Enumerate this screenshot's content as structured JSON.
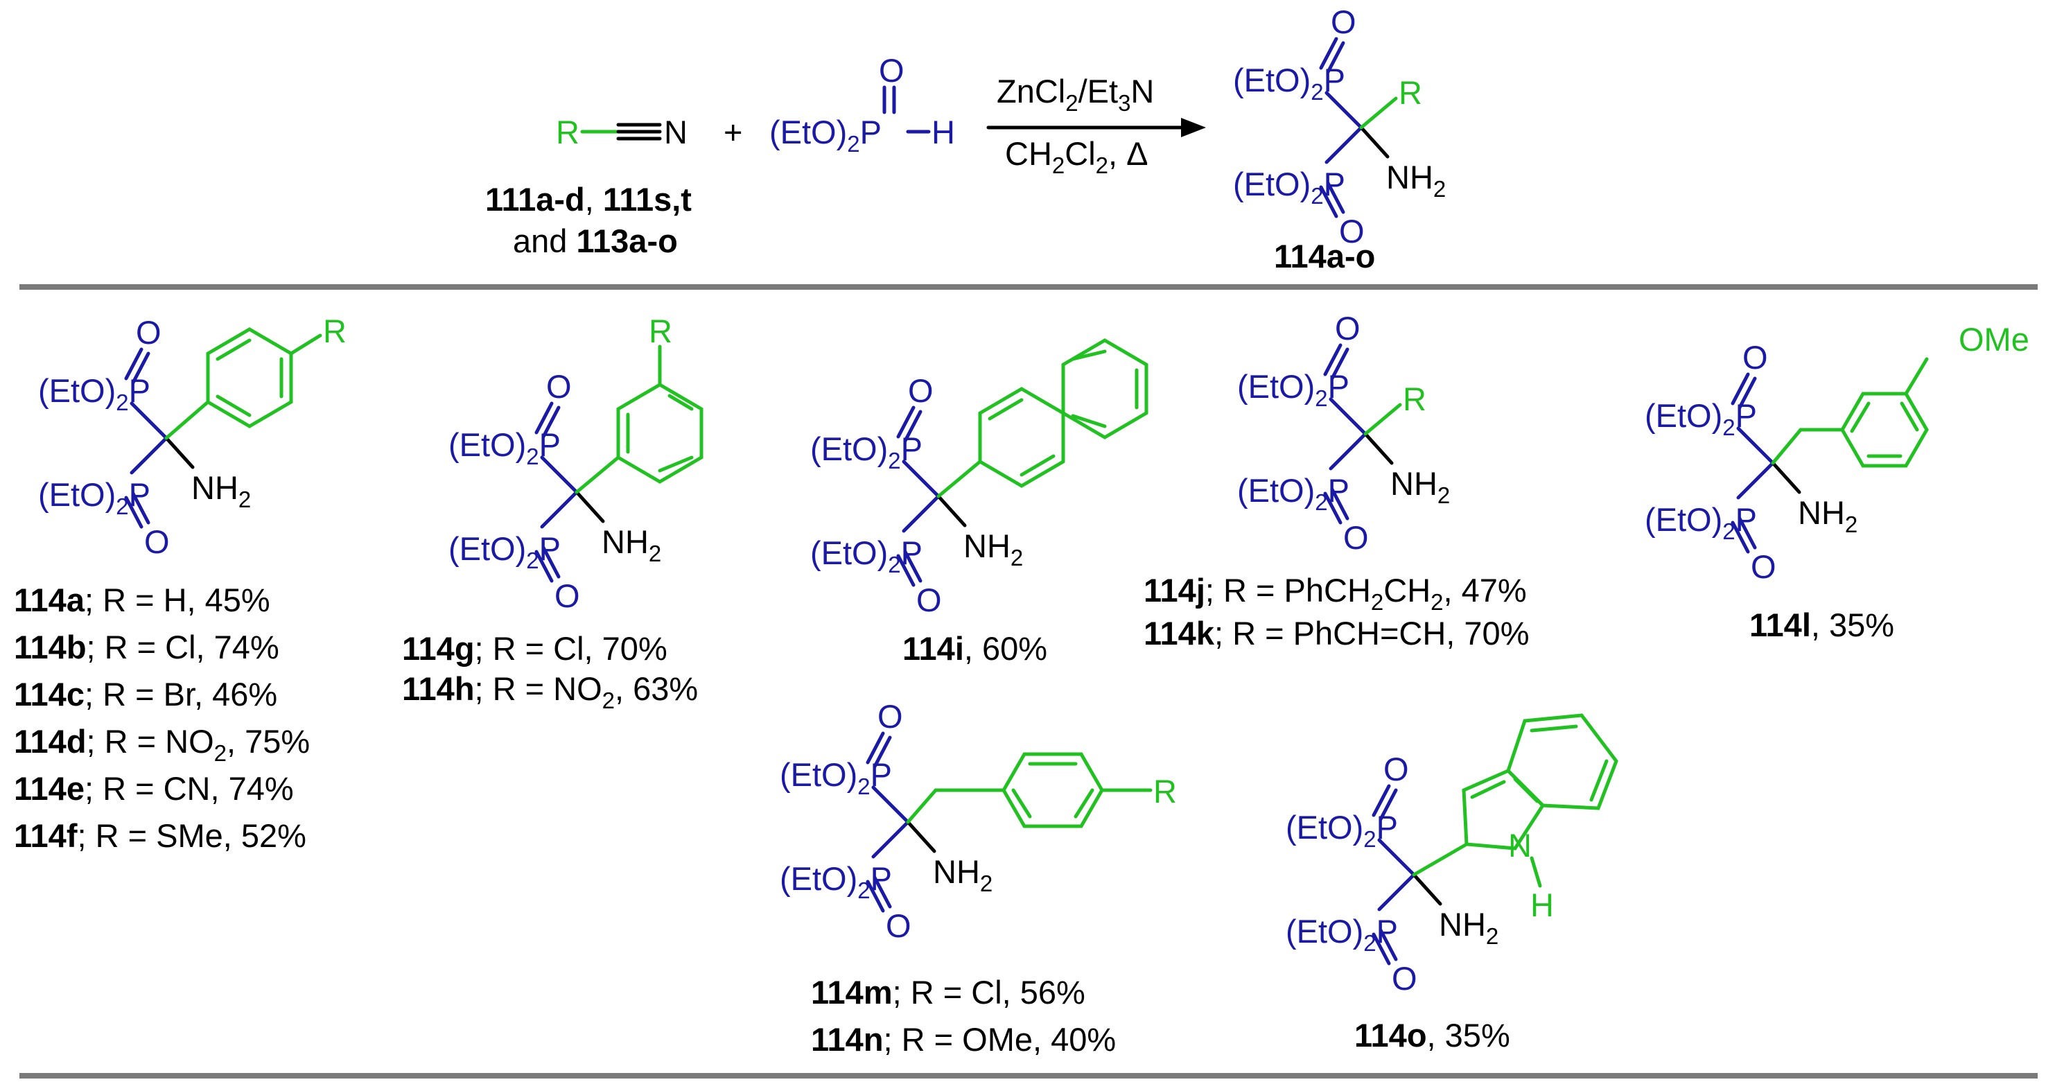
{
  "frag": {
    "eto2": "(EtO)",
    "sub2": "2",
    "p": "P",
    "o": "O",
    "h": "H",
    "n": "N",
    "r": "R",
    "nh": "NH",
    "ome": "OMe",
    "plus": "+"
  },
  "reaction": {
    "reagent_top_a": "ZnCl",
    "reagent_top_b": "/Et",
    "reagent_top_c": "N",
    "sub3": "3",
    "reagent_bottom_a": "CH",
    "reagent_bottom_b": "Cl",
    "reagent_bottom_c": ", Δ",
    "nitrile_ids_a": "111a-d",
    "nitrile_ids_sep": ", ",
    "nitrile_ids_b": "111s,t",
    "nitrile_ids_and": "and ",
    "nitrile_ids_c": "113a-o",
    "product_id": "114a-o"
  },
  "labels": {
    "a_id": "114a",
    "a_txt": "; R = H, 45%",
    "b_id": "114b",
    "b_txt": "; R = Cl, 74%",
    "c_id": "114c",
    "c_txt": "; R = Br, 46%",
    "d_id": "114d",
    "d_txt_a": "; R = NO",
    "d_txt_b": ", 75%",
    "e_id": "114e",
    "e_txt": "; R = CN, 74%",
    "f_id": "114f",
    "f_txt": "; R = SMe, 52%",
    "g_id": "114g",
    "g_txt": "; R = Cl, 70%",
    "h_id": "114h",
    "h_txt_a": "; R = NO",
    "h_txt_b": ", 63%",
    "i_id": "114i",
    "i_txt": ", 60%",
    "j_id": "114j",
    "j_txt_a": "; R = PhCH",
    "j_txt_b": "CH",
    "j_txt_c": ", 47%",
    "k_id": "114k",
    "k_txt": "; R = PhCH=CH, 70%",
    "l_id": "114l",
    "l_txt": ", 35%",
    "m_id": "114m",
    "m_txt": "; R = Cl, 56%",
    "n_id": "114n",
    "n_txt": "; R = OMe, 40%",
    "o_id": "114o",
    "o_txt": ", 35%"
  },
  "colors": {
    "phosphonate": "#1a1aa6",
    "substituent": "#22c122",
    "rule": "#7a7a7a"
  }
}
